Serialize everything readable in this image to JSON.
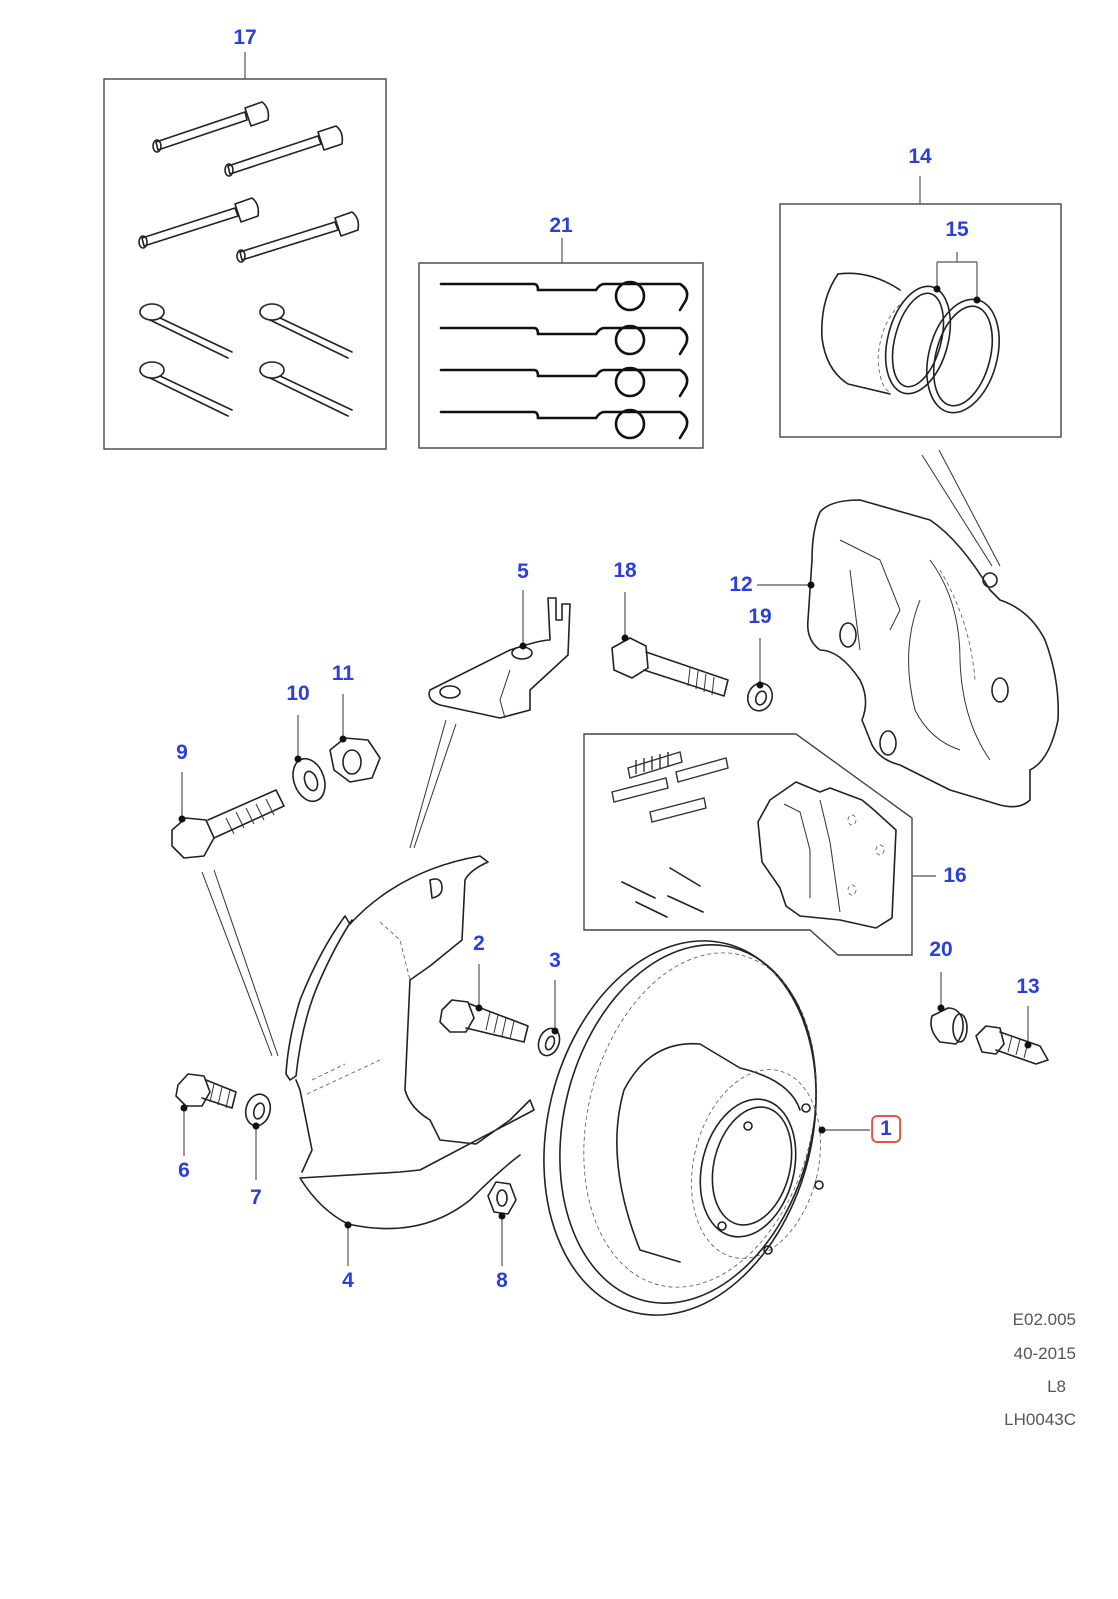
{
  "diagram": {
    "type": "exploded parts diagram - front brake disc and caliper",
    "callouts": [
      {
        "id": "1",
        "label": "1",
        "selected": true
      },
      {
        "id": "2",
        "label": "2"
      },
      {
        "id": "3",
        "label": "3"
      },
      {
        "id": "4",
        "label": "4"
      },
      {
        "id": "5",
        "label": "5"
      },
      {
        "id": "6",
        "label": "6"
      },
      {
        "id": "7",
        "label": "7"
      },
      {
        "id": "8",
        "label": "8"
      },
      {
        "id": "9",
        "label": "9"
      },
      {
        "id": "10",
        "label": "10"
      },
      {
        "id": "11",
        "label": "11"
      },
      {
        "id": "12",
        "label": "12"
      },
      {
        "id": "13",
        "label": "13"
      },
      {
        "id": "14",
        "label": "14"
      },
      {
        "id": "15",
        "label": "15"
      },
      {
        "id": "16",
        "label": "16"
      },
      {
        "id": "17",
        "label": "17"
      },
      {
        "id": "18",
        "label": "18"
      },
      {
        "id": "19",
        "label": "19"
      },
      {
        "id": "20",
        "label": "20"
      },
      {
        "id": "21",
        "label": "21"
      }
    ],
    "reference_codes": [
      "E02.005",
      "40-2015",
      "L8",
      "LH0043C"
    ],
    "colors": {
      "callout_text": "#2a3fe0",
      "selected_highlight": "#e8553f",
      "line_art": "#222222",
      "reference_text": "#555555"
    }
  }
}
